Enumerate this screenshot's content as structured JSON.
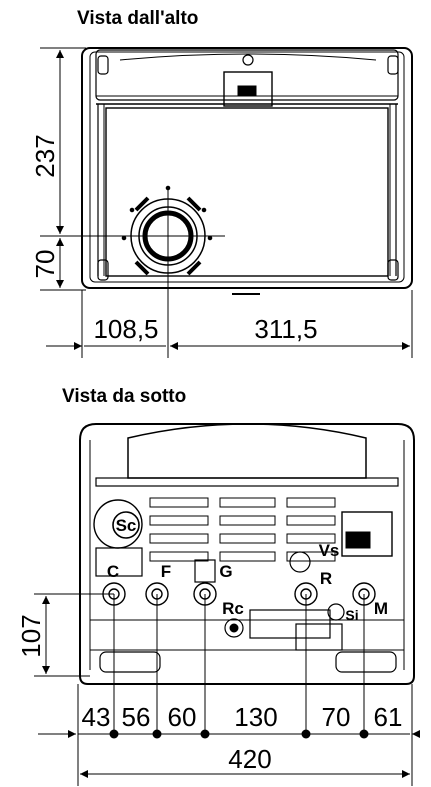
{
  "top_view": {
    "title": "Vista dall'alto",
    "dim_height": "237",
    "dim_offset": "70",
    "dim_left": "108,5",
    "dim_right": "311,5"
  },
  "bottom_view": {
    "title": "Vista da sotto",
    "dim_height": "107",
    "spacings": [
      "43",
      "56",
      "60",
      "130",
      "70",
      "61"
    ],
    "total_width": "420",
    "connections": {
      "sc": "Sc",
      "c": "C",
      "f": "F",
      "g": "G",
      "vs": "Vs",
      "r": "R",
      "rc": "Rc",
      "si": "Si",
      "m": "M"
    }
  }
}
